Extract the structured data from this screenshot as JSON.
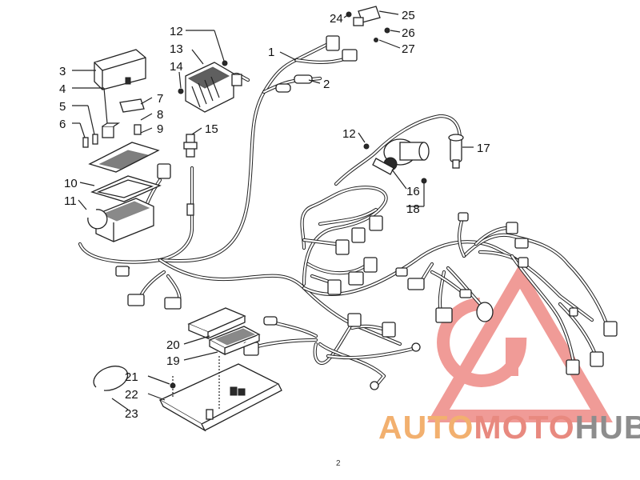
{
  "diagram": {
    "callouts": [
      {
        "id": "c1",
        "label": "1"
      },
      {
        "id": "c2",
        "label": "2"
      },
      {
        "id": "c3",
        "label": "3"
      },
      {
        "id": "c4",
        "label": "4"
      },
      {
        "id": "c5",
        "label": "5"
      },
      {
        "id": "c6",
        "label": "6"
      },
      {
        "id": "c7",
        "label": "7"
      },
      {
        "id": "c8",
        "label": "8"
      },
      {
        "id": "c9",
        "label": "9"
      },
      {
        "id": "c10",
        "label": "10"
      },
      {
        "id": "c11",
        "label": "11"
      },
      {
        "id": "c12a",
        "label": "12"
      },
      {
        "id": "c12b",
        "label": "12"
      },
      {
        "id": "c13",
        "label": "13"
      },
      {
        "id": "c14",
        "label": "14"
      },
      {
        "id": "c15",
        "label": "15"
      },
      {
        "id": "c16",
        "label": "16"
      },
      {
        "id": "c17",
        "label": "17"
      },
      {
        "id": "c18",
        "label": "18"
      },
      {
        "id": "c19",
        "label": "19"
      },
      {
        "id": "c20",
        "label": "20"
      },
      {
        "id": "c21",
        "label": "21"
      },
      {
        "id": "c22",
        "label": "22"
      },
      {
        "id": "c23",
        "label": "23"
      },
      {
        "id": "c24",
        "label": "24"
      },
      {
        "id": "c25",
        "label": "25"
      },
      {
        "id": "c26",
        "label": "26"
      },
      {
        "id": "c27",
        "label": "27"
      }
    ],
    "page_mark": "2"
  },
  "watermark": {
    "part1": "AUTO",
    "part2": "MOTO",
    "part3": "HUB",
    "colors": {
      "auto": "#f2b06f",
      "moto": "#e8897f",
      "hub": "#8d8d8d",
      "triangle": "#ee8a86"
    }
  }
}
